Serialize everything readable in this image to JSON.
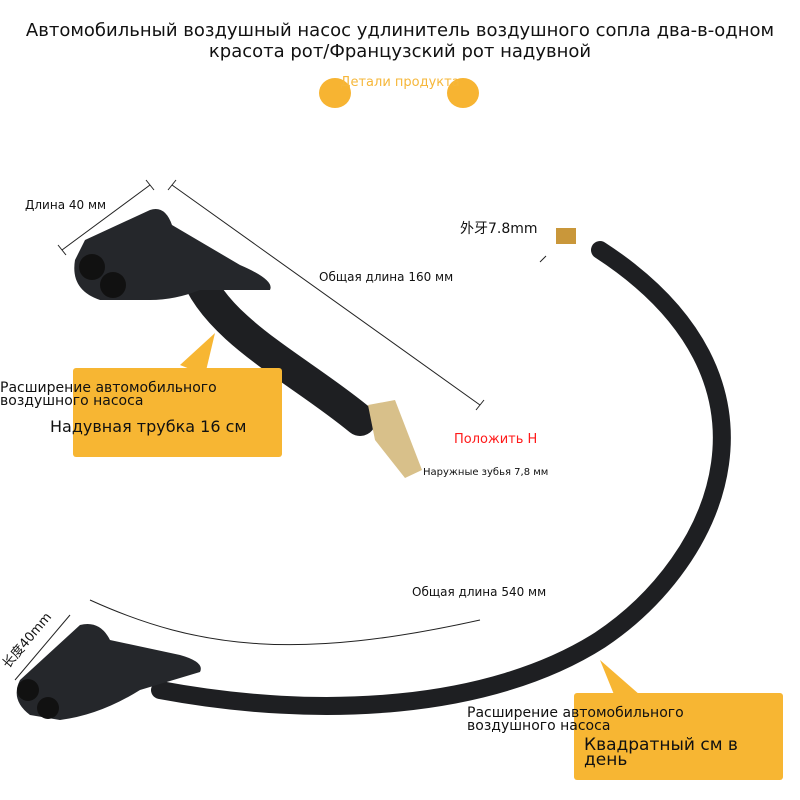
{
  "header": {
    "title_line1": "Автомобильный воздушный насос удлинитель воздушного сопла два-в-одном",
    "title_line2": "красота рот/Французский рот надувной",
    "section_label": "Детали продукта"
  },
  "top_product": {
    "length_head": "Длина 40 мм",
    "total_length": "Общая длина 160 мм",
    "callout_title": "Расширение автомобильного воздушного насоса",
    "callout_text": "Надувная трубка 16 см",
    "note_red": "Положить Н",
    "outer_thread": "Наружные зубья 7,8 мм"
  },
  "bottom_product": {
    "outer_thread": "外牙7.8mm",
    "head_length": "长度40mm",
    "total_length": "Общая длина 540 мм",
    "callout_title": "Расширение автомобильного воздушного насоса",
    "callout_text": "Квадратный см в день"
  },
  "colors": {
    "accent": "#f7b633",
    "red": "#ff1a1a",
    "hose": "#1e1f22"
  }
}
